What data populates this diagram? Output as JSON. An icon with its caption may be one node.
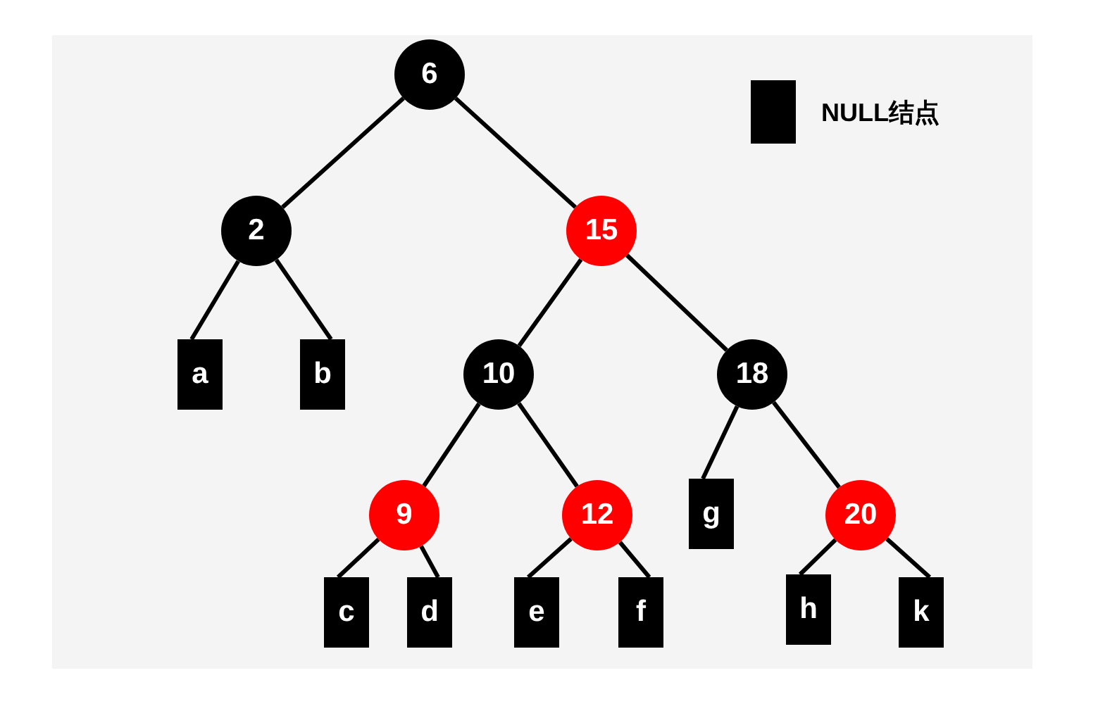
{
  "diagram": {
    "nodes": [
      {
        "text": [
          "6"
        ]
      },
      {
        "text": [
          "2"
        ]
      },
      {
        "text": [
          "15"
        ]
      },
      {
        "text": [
          "a"
        ]
      },
      {
        "text": [
          "b"
        ]
      },
      {
        "text": [
          "10"
        ]
      },
      {
        "text": [
          "18"
        ]
      },
      {
        "text": [
          "9"
        ]
      },
      {
        "text": [
          "12"
        ]
      },
      {
        "text": [
          "g"
        ]
      },
      {
        "text": [
          "20"
        ]
      },
      {
        "text": [
          "c"
        ]
      },
      {
        "text": [
          "d"
        ]
      },
      {
        "text": [
          "e"
        ]
      },
      {
        "text": [
          "f"
        ]
      },
      {
        "text": [
          "h"
        ]
      },
      {
        "text": [
          "k"
        ]
      }
    ],
    "edges": [
      {
        "from": 0,
        "to": 1,
        "arrow": "none"
      },
      {
        "from": 0,
        "to": 2,
        "arrow": "none"
      },
      {
        "from": 1,
        "to": 3,
        "arrow": "none"
      },
      {
        "from": 1,
        "to": 4,
        "arrow": "none"
      },
      {
        "from": 2,
        "to": 5,
        "arrow": "none"
      },
      {
        "from": 2,
        "to": 6,
        "arrow": "none"
      },
      {
        "from": 5,
        "to": 7,
        "arrow": "none"
      },
      {
        "from": 5,
        "to": 8,
        "arrow": "none"
      },
      {
        "from": 6,
        "to": 9,
        "arrow": "none"
      },
      {
        "from": 6,
        "to": 10,
        "arrow": "none"
      },
      {
        "from": 7,
        "to": 11,
        "arrow": "none"
      },
      {
        "from": 7,
        "to": 12,
        "arrow": "none"
      },
      {
        "from": 8,
        "to": 13,
        "arrow": "none"
      },
      {
        "from": 8,
        "to": 14,
        "arrow": "none"
      },
      {
        "from": 10,
        "to": 15,
        "arrow": "none"
      },
      {
        "from": 10,
        "to": 16,
        "arrow": "none"
      }
    ],
    "legend": [
      {
        "text": "NULL结点",
        "color": "#000000"
      }
    ]
  }
}
